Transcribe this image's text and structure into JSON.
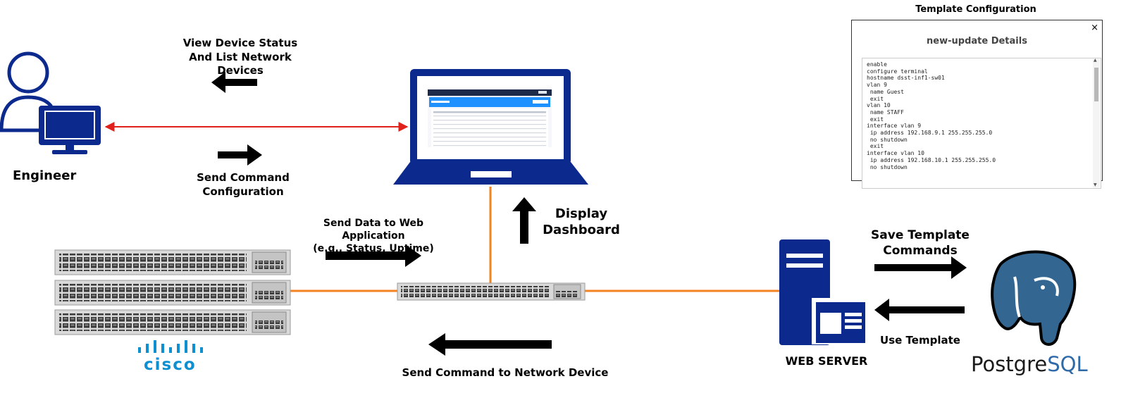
{
  "labels": {
    "engineer": "Engineer",
    "view_status_line1": "View Device Status",
    "view_status_line2": "And List Network Devices",
    "send_cmd_config_line1": "Send Command",
    "send_cmd_config_line2": "Configuration",
    "send_data_line1": "Send Data to Web Application",
    "send_data_line2": "(e.g., Status, Uptime)",
    "display_dashboard_line1": "Display",
    "display_dashboard_line2": "Dashboard",
    "send_cmd_network": "Send Command to Network Device",
    "web_server": "WEB SERVER",
    "save_template_line1": "Save Template",
    "save_template_line2": "Commands",
    "use_template": "Use Template"
  },
  "logos": {
    "cisco": "cisco",
    "postgres_prefix": "Postgre",
    "postgres_suffix": "SQL"
  },
  "template_panel": {
    "title": "Template Configuration",
    "heading": "new-update Details",
    "close": "×",
    "lines": [
      "enable",
      "configure terminal",
      "hostname dsst-inf1-sw01",
      "vlan 9",
      " name Guest",
      " exit",
      "vlan 10",
      " name STAFF",
      " exit",
      "interface vlan 9",
      " ip address 192.168.9.1 255.255.255.0",
      " no shutdown",
      " exit",
      "interface vlan 10",
      " ip address 192.168.10.1 255.255.255.0",
      " no shutdown"
    ]
  },
  "colors": {
    "navy": "#0c2a8e",
    "red_link": "#e0201a",
    "orange_link": "#f58220",
    "arrow": "#000000",
    "cisco_blue": "#0e8fcf",
    "postgres_blue": "#336791"
  },
  "icons": [
    "user-icon",
    "monitor-icon",
    "laptop-icon",
    "switch-icon",
    "server-icon",
    "elephant-icon",
    "arrow-icon"
  ]
}
